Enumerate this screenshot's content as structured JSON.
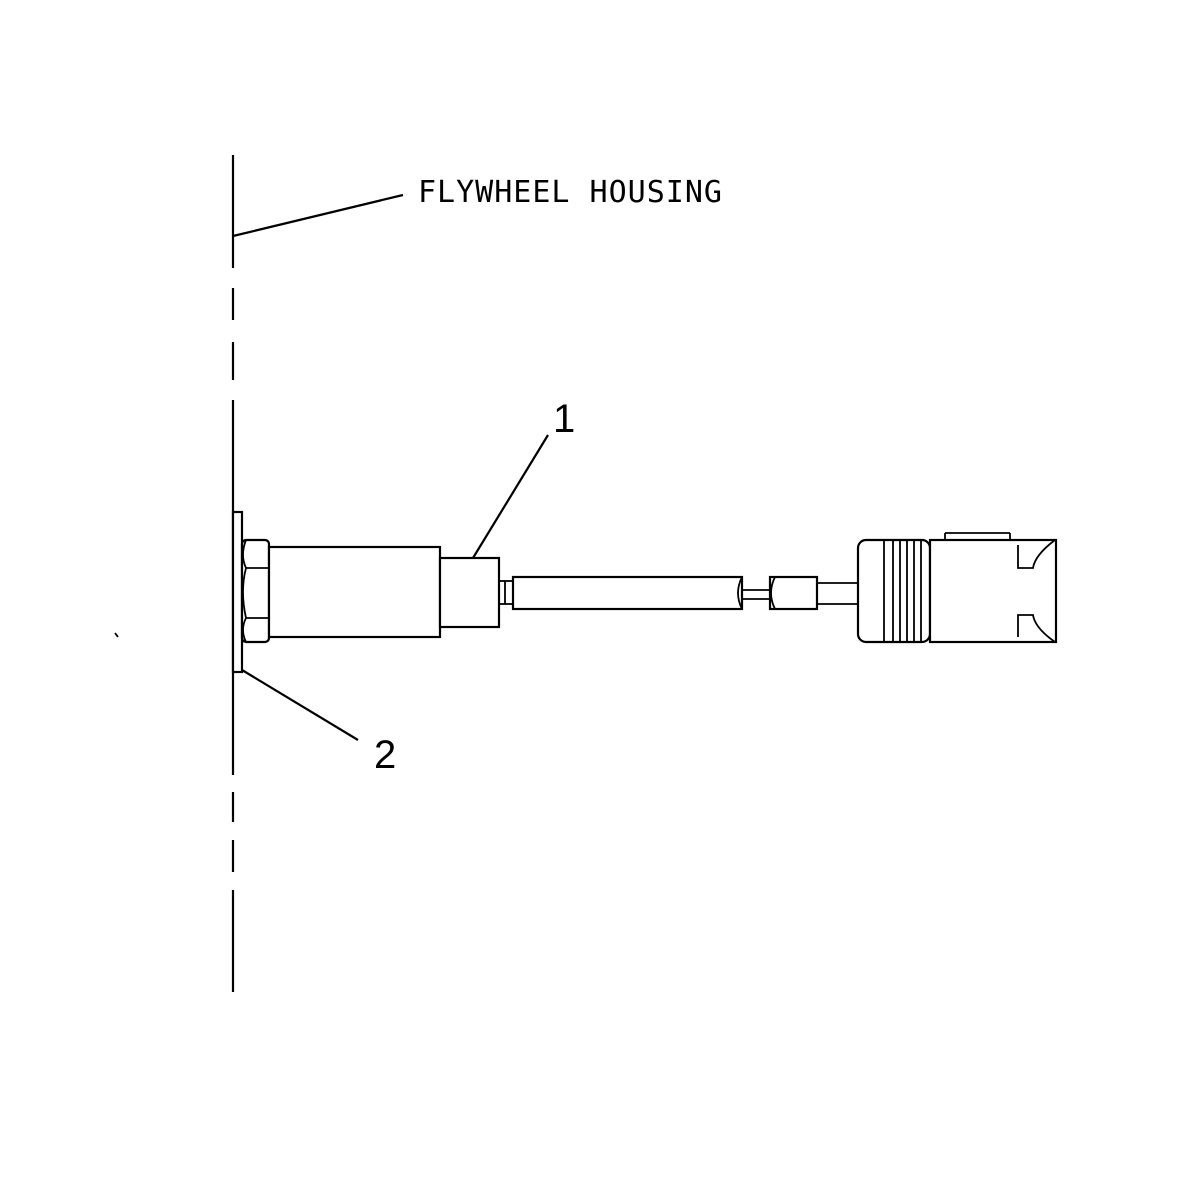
{
  "diagram": {
    "labels": {
      "housing": "FLYWHEEL HOUSING",
      "callout_1": "1",
      "callout_2": "2"
    },
    "colors": {
      "line": "#000000",
      "background": "#ffffff"
    }
  }
}
